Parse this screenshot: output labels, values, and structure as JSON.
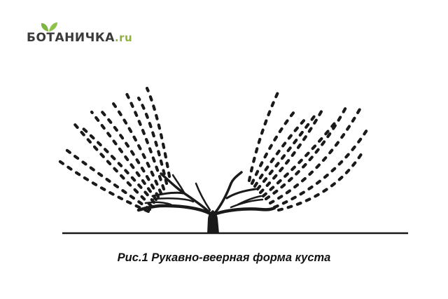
{
  "logo": {
    "main": "БОТАНИЧКА",
    "tld": ".ru",
    "leaf_color": "#7fb342",
    "icon": "sprout-leaves-icon"
  },
  "caption": "Рис.1 Рукавно-веерная форма куста",
  "colors": {
    "ink": "#1a1a1a",
    "background": "#ffffff"
  }
}
